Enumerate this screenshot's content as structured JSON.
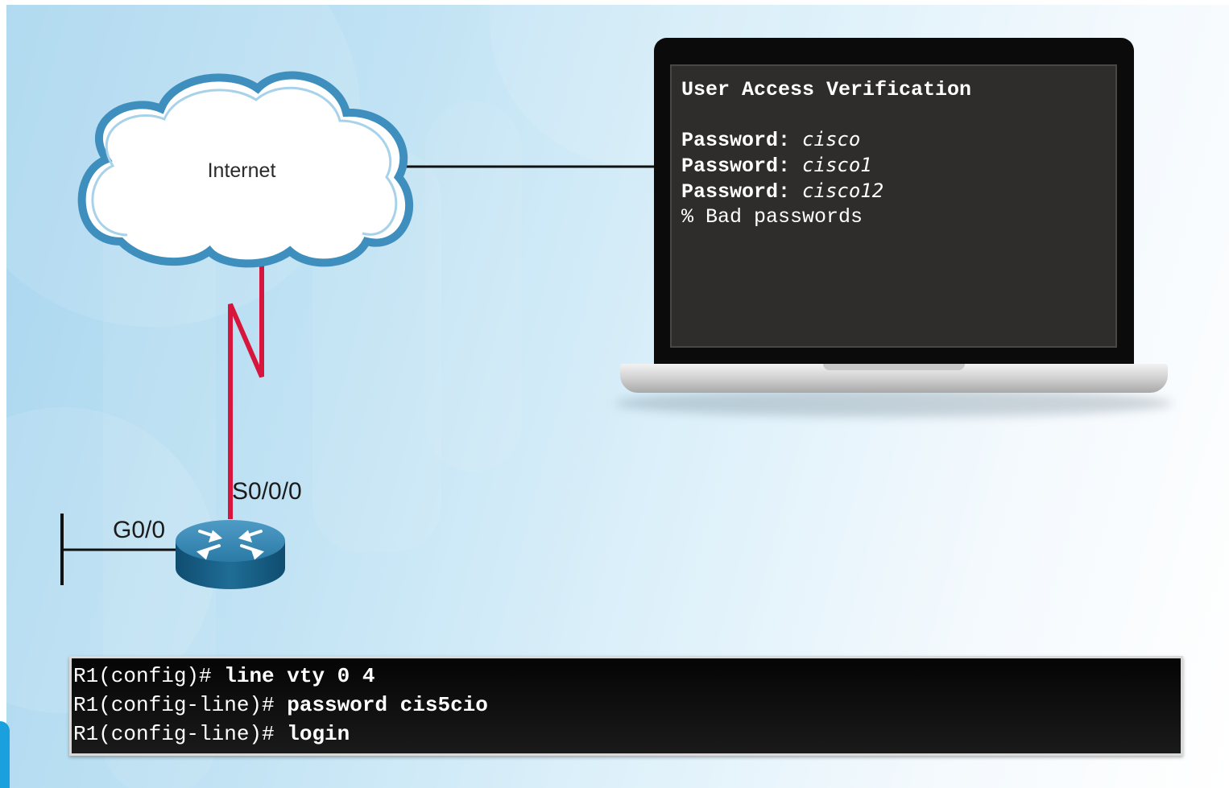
{
  "network": {
    "cloud_label": "Internet",
    "serial_interface": "S0/0/0",
    "gig_interface": "G0/0"
  },
  "laptop_terminal": {
    "title": "User Access Verification",
    "attempts": [
      {
        "prompt": "Password:",
        "value": "cisco"
      },
      {
        "prompt": "Password:",
        "value": "cisco1"
      },
      {
        "prompt": "Password:",
        "value": "cisco12"
      }
    ],
    "result": "% Bad passwords"
  },
  "config": {
    "lines": [
      {
        "prompt": "R1(config)#",
        "command": "line vty 0 4"
      },
      {
        "prompt": "R1(config-line)#",
        "command": "password cis5cio"
      },
      {
        "prompt": "R1(config-line)#",
        "command": "login"
      }
    ]
  },
  "colors": {
    "serial_link": "#d6163c",
    "ethernet_link": "#111111",
    "router_body": "#1d6a92",
    "cloud_outline": "#3f8fbe"
  },
  "icons": {
    "cloud": "internet-cloud-icon",
    "router": "router-icon",
    "laptop": "laptop-icon"
  }
}
